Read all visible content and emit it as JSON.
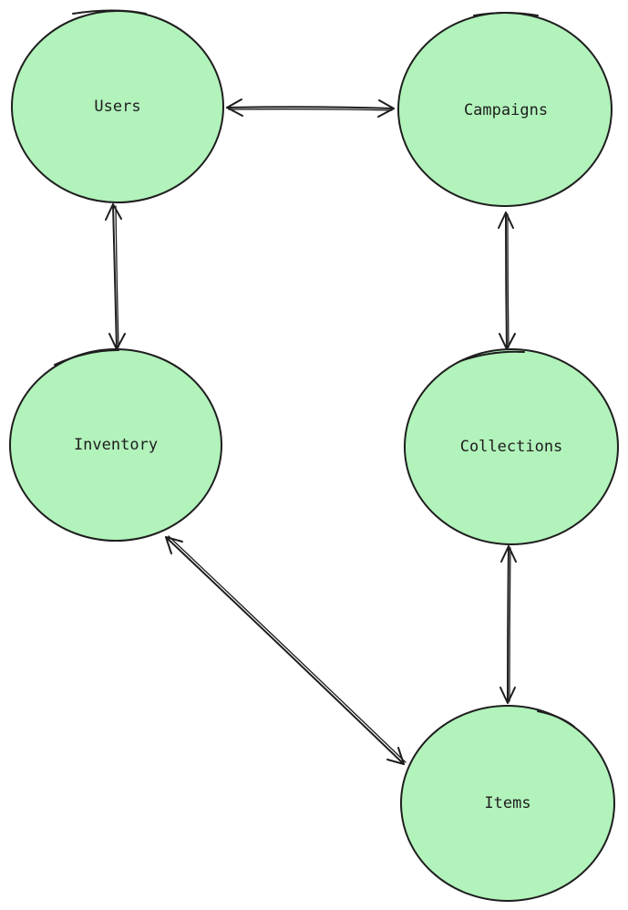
{
  "diagram": {
    "nodes": [
      {
        "id": "users",
        "label": "Users"
      },
      {
        "id": "campaigns",
        "label": "Campaigns"
      },
      {
        "id": "inventory",
        "label": "Inventory"
      },
      {
        "id": "collections",
        "label": "Collections"
      },
      {
        "id": "items",
        "label": "Items"
      }
    ],
    "edges": [
      {
        "from": "users",
        "to": "campaigns",
        "direction": "both"
      },
      {
        "from": "users",
        "to": "inventory",
        "direction": "both"
      },
      {
        "from": "campaigns",
        "to": "collections",
        "direction": "both"
      },
      {
        "from": "collections",
        "to": "items",
        "direction": "both"
      },
      {
        "from": "inventory",
        "to": "items",
        "direction": "both"
      }
    ],
    "colors": {
      "node_fill": "#b2f2bb",
      "stroke": "#1e1e1e",
      "background": "#ffffff"
    }
  }
}
